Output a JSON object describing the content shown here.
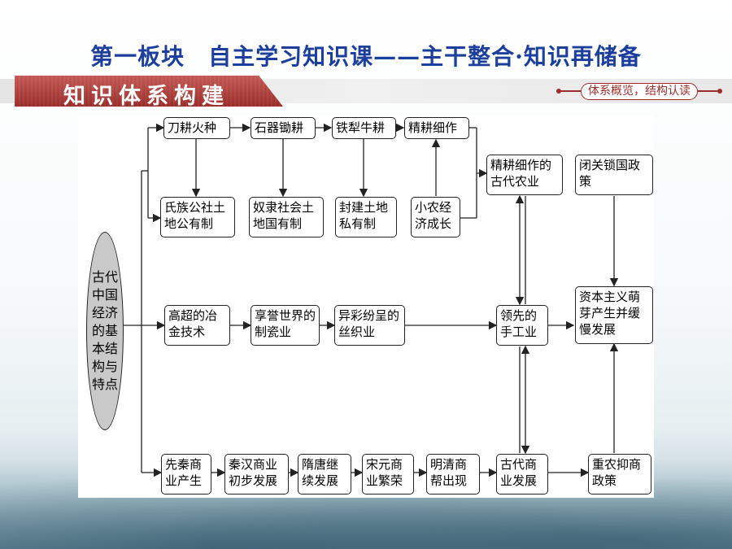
{
  "header": {
    "title": "第一板块　自主学习知识课——主干整合·知识再储备"
  },
  "banner": {
    "section_title": "知识体系构建",
    "tag": "体系概览，结构认读"
  },
  "diagram": {
    "center": "古代中国经济的基本结构与特点",
    "agriculture_tools": [
      "刀耕火种",
      "石器锄耕",
      "铁犁牛耕",
      "精耕细作"
    ],
    "land_systems": [
      "氏族公社土地公有制",
      "奴隶社会土地国有制",
      "封建土地私有制",
      "小农经济成长"
    ],
    "handicraft": [
      "高超的冶金技术",
      "享誉世界的制瓷业",
      "异彩纷呈的丝织业"
    ],
    "commerce": [
      "先秦商业产生",
      "秦汉商业初步发展",
      "隋唐继续发展",
      "宋元商业繁荣",
      "明清商帮出现"
    ],
    "summary": {
      "agriculture": "精耕细作的古代农业",
      "handicraft": "领先的手工业",
      "commerce": "古代商业发展"
    },
    "policies": {
      "closed_door": "闭关锁国政策",
      "capitalism": "资本主义萌芽产生并缓慢发展",
      "agri_over_commerce": "重农抑商政策"
    }
  }
}
